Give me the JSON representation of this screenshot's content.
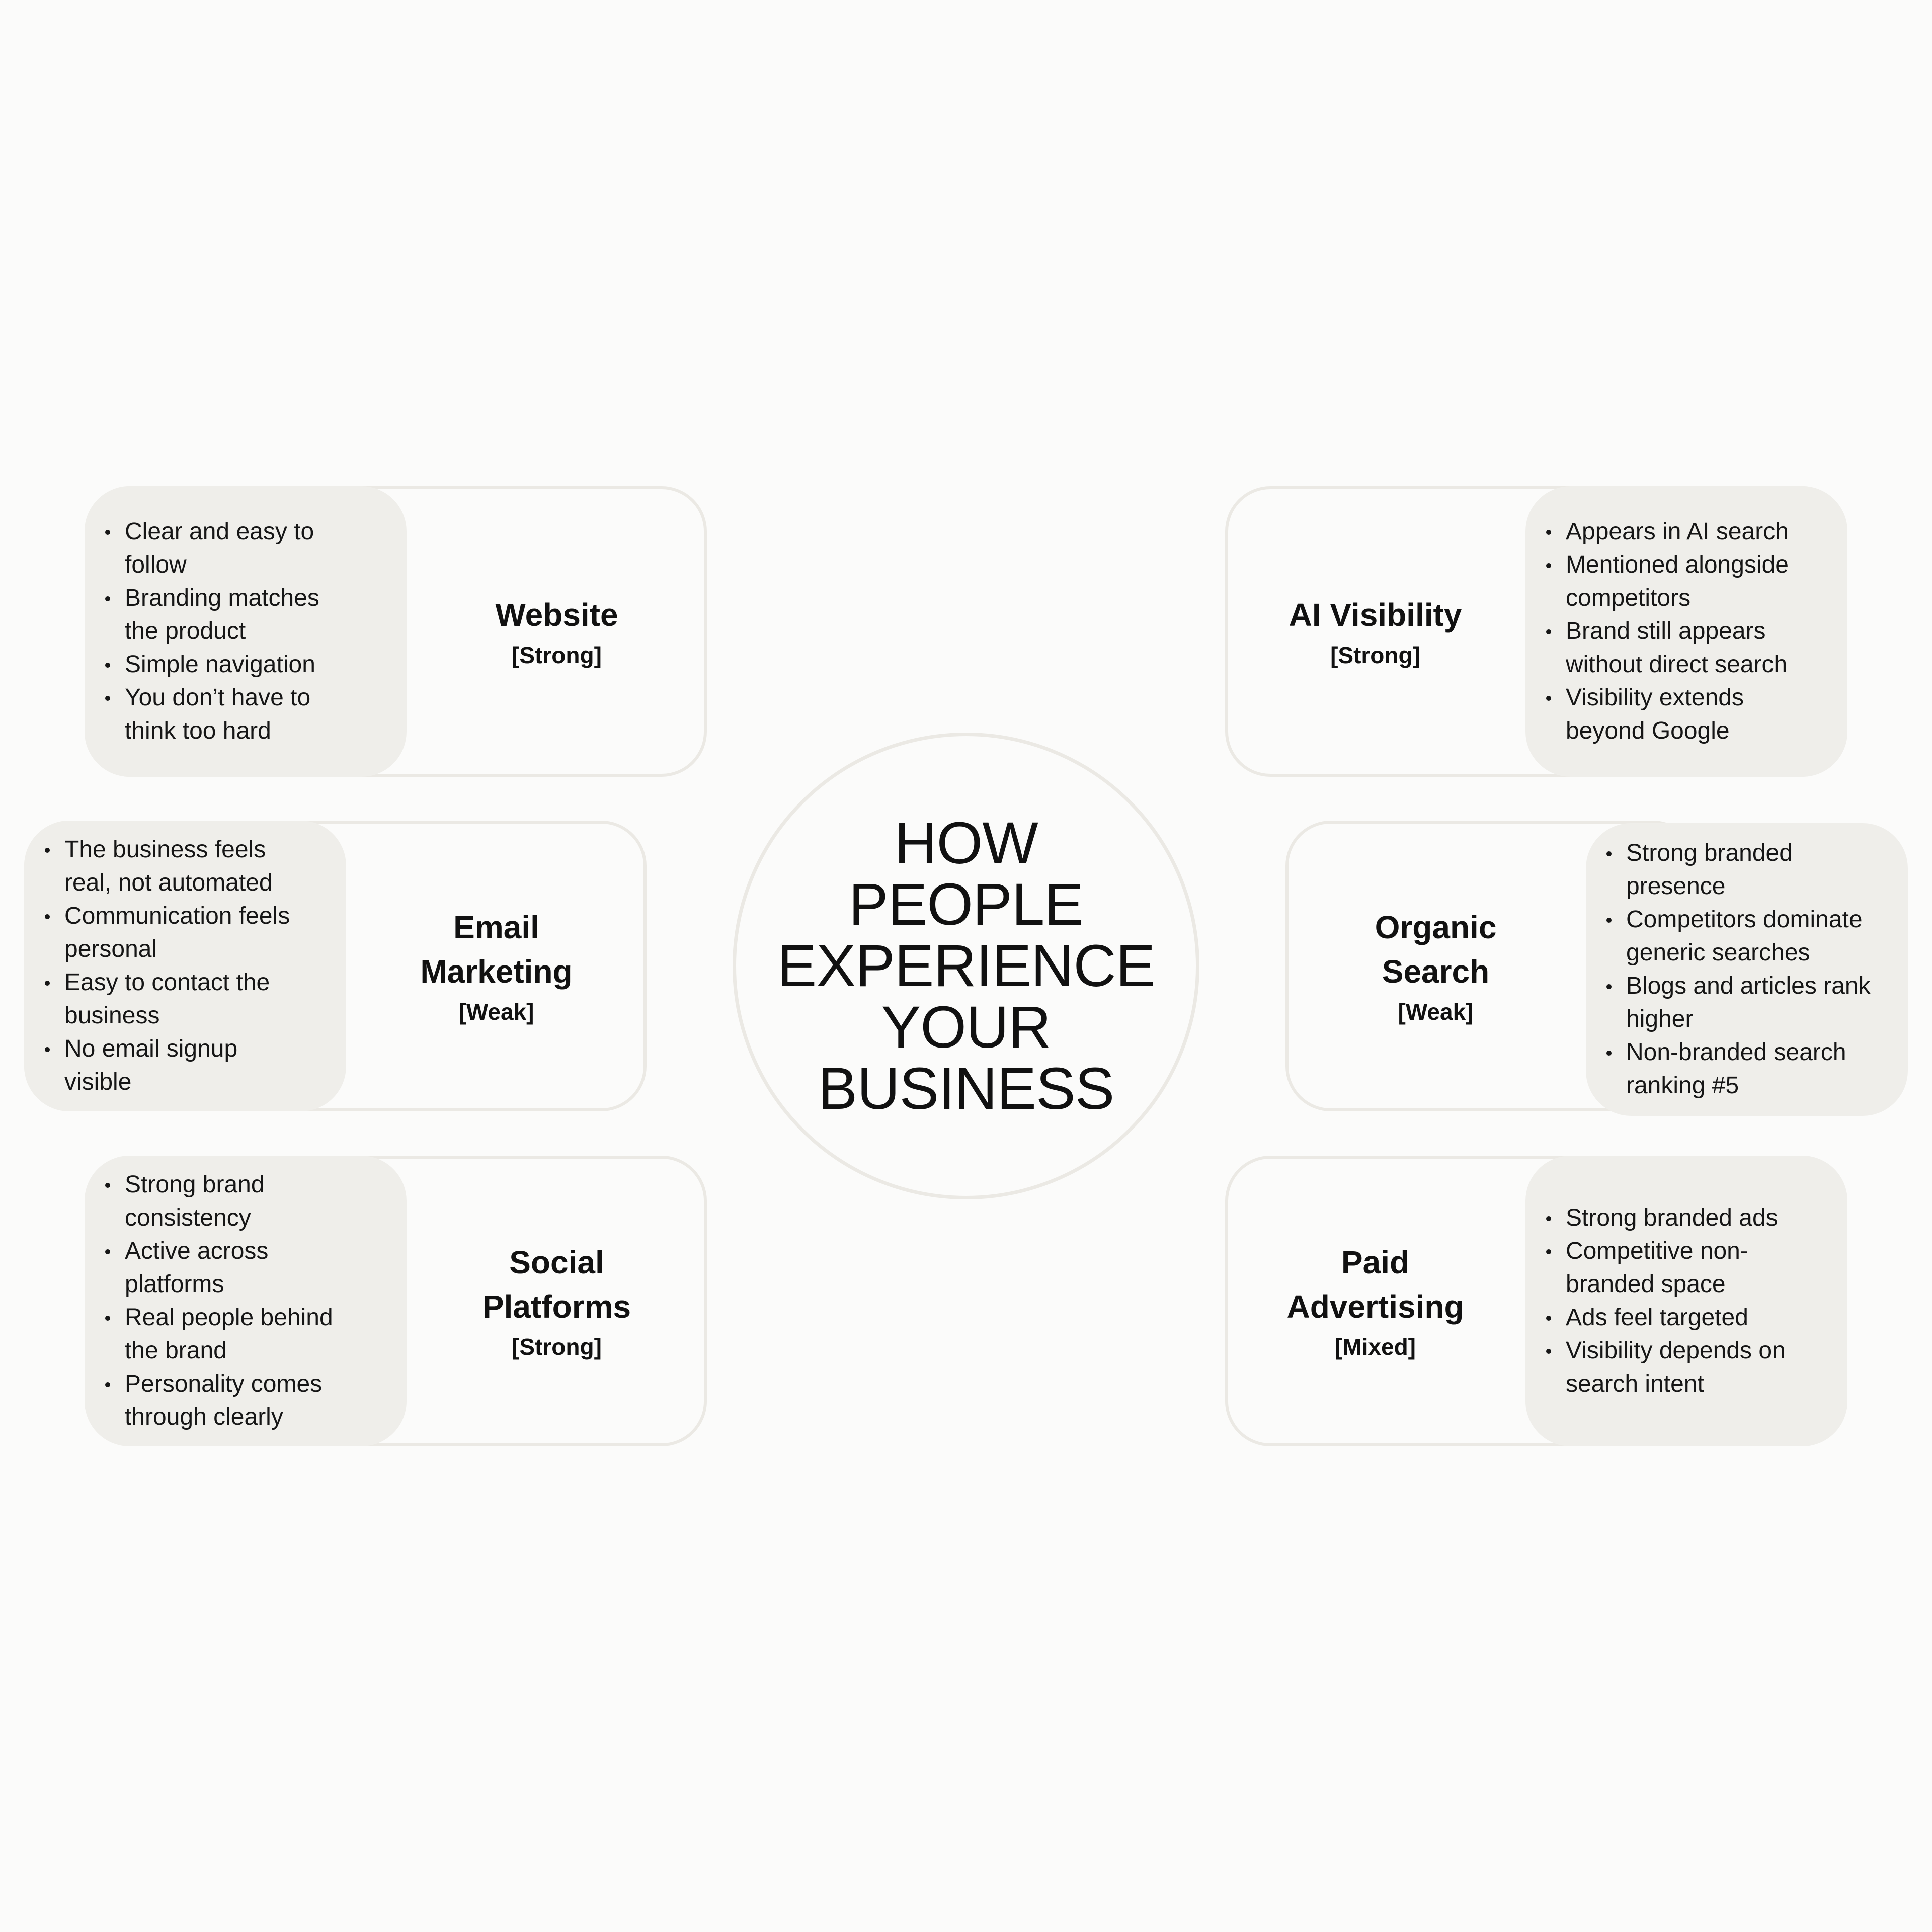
{
  "center": {
    "title": "HOW PEOPLE EXPERIENCE YOUR BUSINESS"
  },
  "channels": [
    {
      "id": "website",
      "title": "Website",
      "status": "[Strong]",
      "points": [
        "Clear and easy to follow",
        "Branding matches the product",
        "Simple navigation",
        "You don’t have to think too hard"
      ]
    },
    {
      "id": "email",
      "title": "Email Marketing",
      "status": "[Weak]",
      "points": [
        "The business feels real, not automated",
        "Communication feels personal",
        "Easy to contact the business",
        "No email signup visible"
      ]
    },
    {
      "id": "social",
      "title": "Social Platforms",
      "status": "[Strong]",
      "points": [
        "Strong brand consistency",
        "Active across platforms",
        "Real people behind the brand",
        "Personality comes through clearly"
      ]
    },
    {
      "id": "ai",
      "title": "AI Visibility",
      "status": "[Strong]",
      "points": [
        "Appears in AI search",
        "Mentioned alongside competitors",
        "Brand still appears without direct search",
        "Visibility extends beyond Google"
      ]
    },
    {
      "id": "organic",
      "title": "Organic Search",
      "status": "[Weak]",
      "points": [
        "Strong branded presence",
        "Competitors dominate generic searches",
        "Blogs and articles rank higher",
        "Non-branded search ranking #5"
      ]
    },
    {
      "id": "paid",
      "title": "Paid Advertising",
      "status": "[Mixed]",
      "points": [
        "Strong branded ads",
        "Competitive non-branded space",
        "Ads feel targeted",
        "Visibility depends on search intent"
      ]
    }
  ]
}
